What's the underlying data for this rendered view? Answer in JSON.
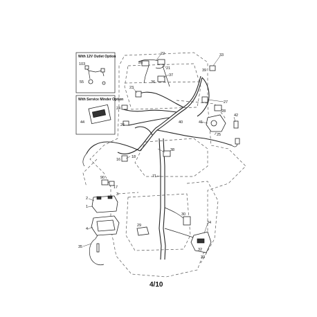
{
  "insets": {
    "outlet_title": "With 12V Outlet Option",
    "minder_title": "With Service Minder Option"
  },
  "callouts": {
    "c103": "103",
    "c55": "55",
    "c44": "44",
    "c26a": "26",
    "c22": "22",
    "c21": "21",
    "c33a": "33",
    "c36": "36",
    "c37": "37",
    "c39": "39",
    "c33b": "33",
    "c23": "23",
    "c24": "24",
    "c27": "27",
    "c28": "28",
    "c40": "40",
    "c41": "41",
    "c42": "42",
    "c25": "25",
    "c26b": "26",
    "c38": "38",
    "c18": "18",
    "c16": "16",
    "c71": "71",
    "c90": "90",
    "c17": "17",
    "c2": "2",
    "c1": "1",
    "c3": "3",
    "c4": "4",
    "c29": "29",
    "c35": "35",
    "c30": "30",
    "c34": "34",
    "c32": "32",
    "c33c": "33"
  },
  "page": {
    "number": "4/10"
  }
}
